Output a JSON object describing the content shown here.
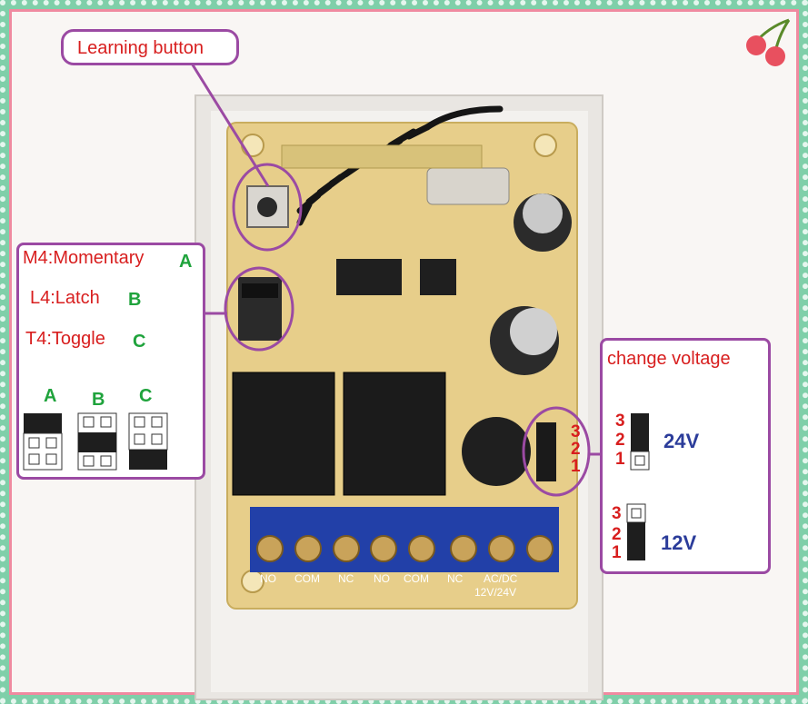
{
  "labels": {
    "learning_button": "Learning button",
    "change_voltage": "change voltage"
  },
  "modes": [
    {
      "text": "M4:Momentary",
      "letter": "A"
    },
    {
      "text": "L4:Latch",
      "letter": "B"
    },
    {
      "text": "T4:Toggle",
      "letter": "C"
    }
  ],
  "jumper_letters": [
    "A",
    "B",
    "C"
  ],
  "voltage": {
    "top": {
      "pins": [
        "3",
        "2",
        "1"
      ],
      "value": "24V"
    },
    "bottom": {
      "pins": [
        "3",
        "2",
        "1"
      ],
      "value": "12V"
    }
  },
  "terminal_labels": [
    "NO",
    "COM",
    "NC",
    "NO",
    "COM",
    "NC"
  ],
  "power_label": [
    "AC/DC",
    "12V/24V"
  ],
  "board_pins": [
    "3",
    "2",
    "1"
  ],
  "colors": {
    "outer_border": "#7fcfa9",
    "inner_border": "#f08aa0",
    "annotation": "#9b4aa3",
    "red_text": "#d81e1e",
    "green_text": "#1fa33c",
    "blue_text": "#2b3c9a"
  }
}
